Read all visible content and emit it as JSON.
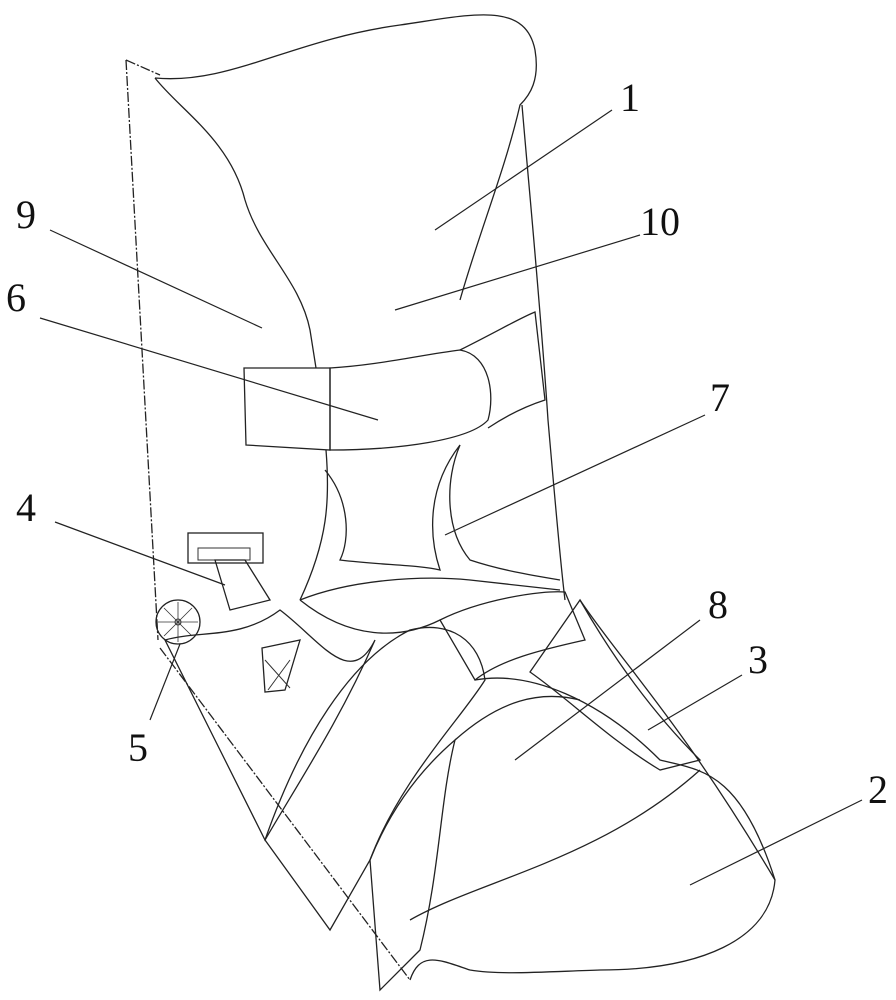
{
  "figure": {
    "reference_labels": [
      "1",
      "2",
      "3",
      "4",
      "5",
      "6",
      "7",
      "8",
      "9",
      "10"
    ]
  }
}
